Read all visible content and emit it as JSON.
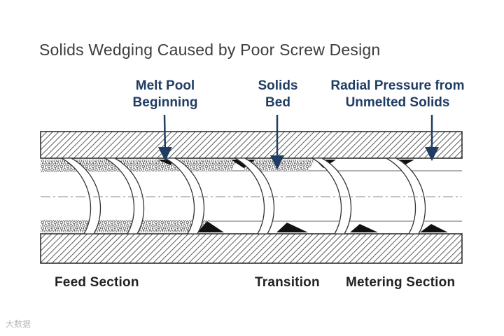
{
  "title": "Solids Wedging Caused by Poor Screw Design",
  "callouts": [
    {
      "line1": "Melt Pool",
      "line2": "Beginning"
    },
    {
      "line1": "Solids",
      "line2": "Bed"
    },
    {
      "line1": "Radial Pressure from",
      "line2": "Unmelted Solids"
    }
  ],
  "sections": {
    "feed": "Feed Section",
    "transition": "Transition",
    "metering": "Metering Section"
  },
  "watermark": "大数据",
  "colors": {
    "callout": "#1f3d63",
    "hatch": "#333333"
  }
}
